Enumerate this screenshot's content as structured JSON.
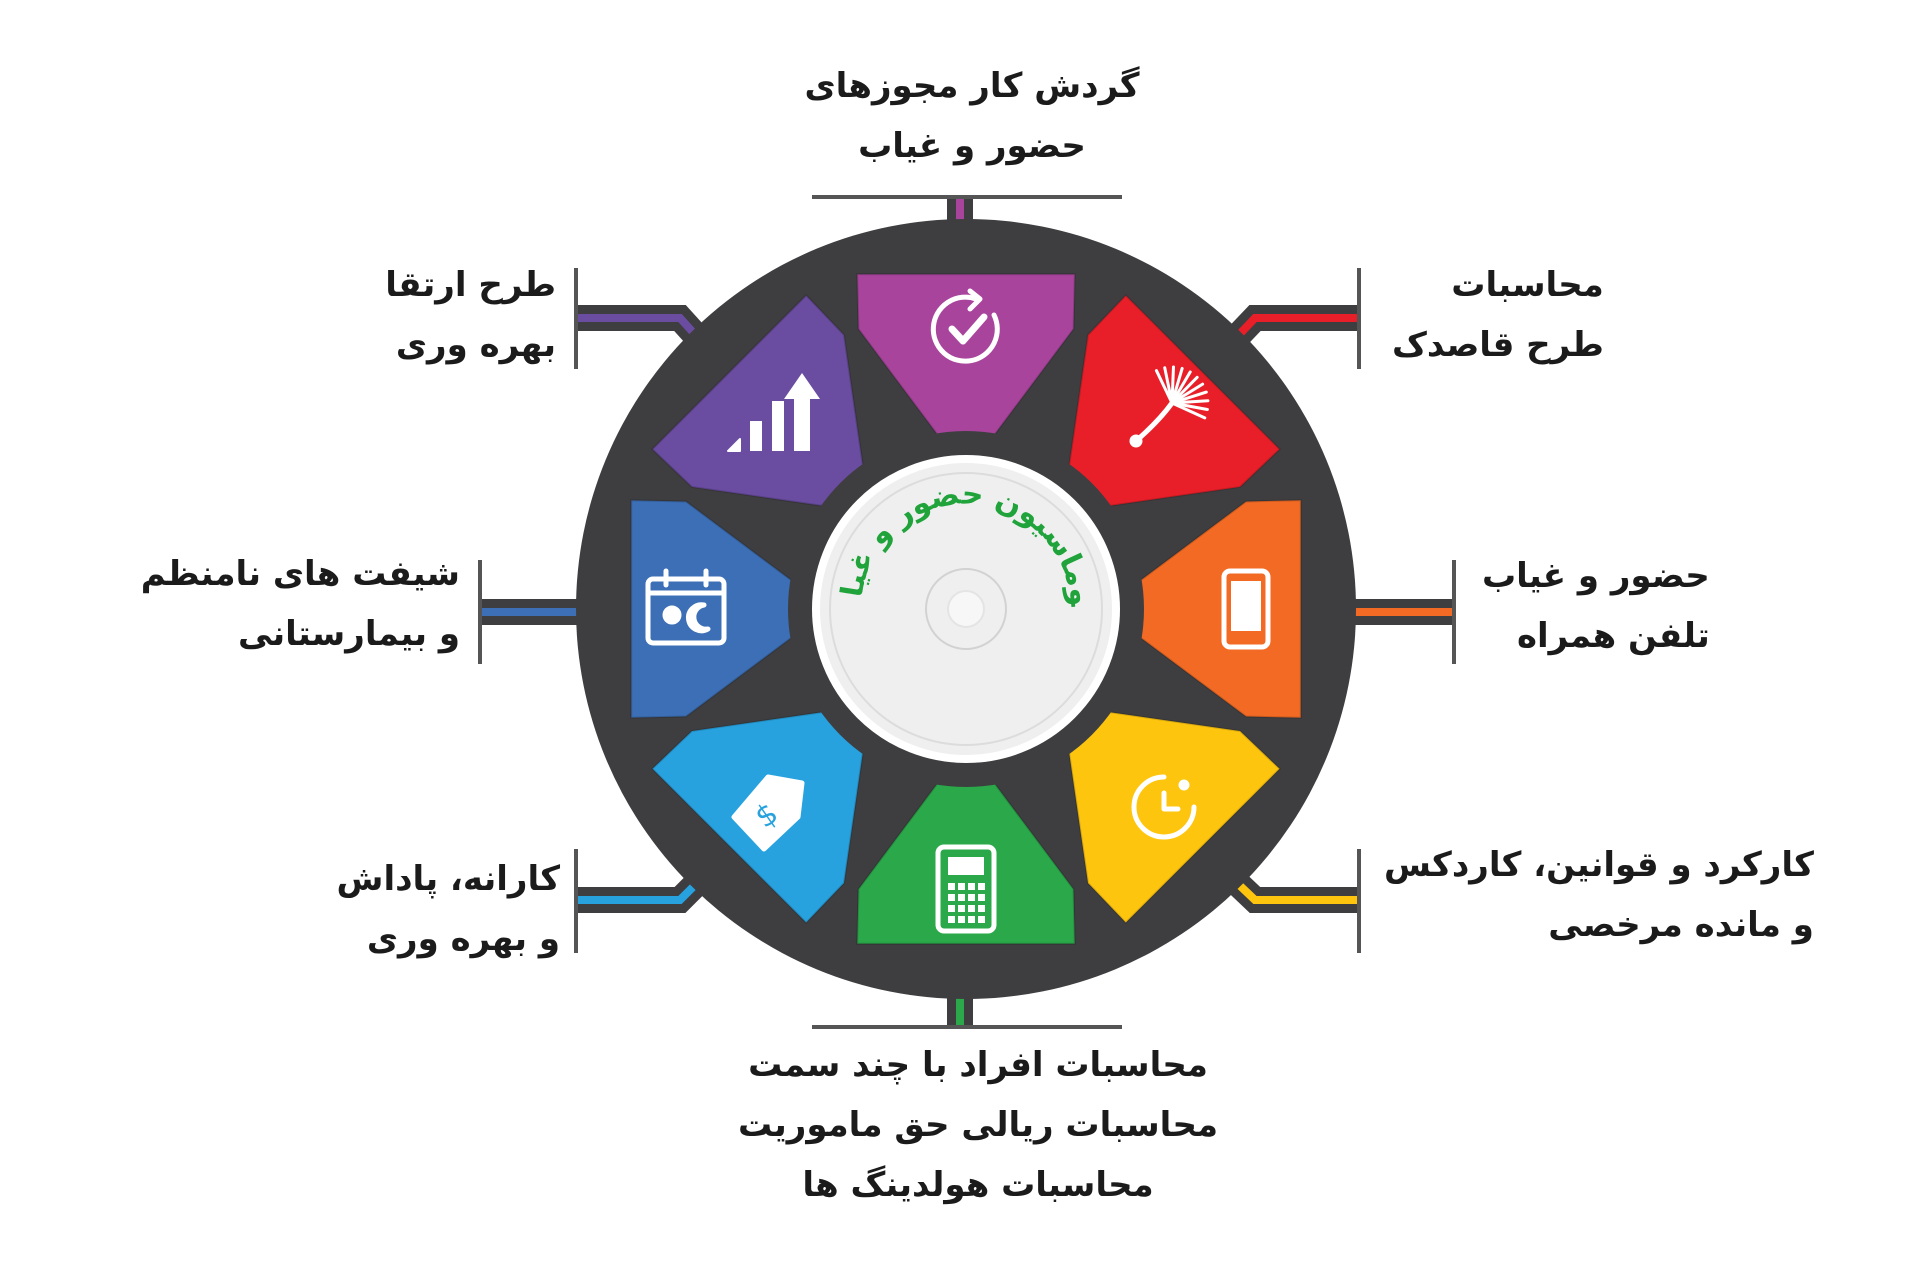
{
  "center_title": "اتوماسیون حضور و غیاب",
  "segments": [
    {
      "id": "workflow",
      "color": "#A9449D",
      "icon": "check-refresh-icon",
      "lines": [
        "گردش کار مجوزهای",
        "حضور و غیاب"
      ]
    },
    {
      "id": "dandelion",
      "color": "#E81F29",
      "icon": "dandelion-icon",
      "lines": [
        "محاسبات",
        "طرح قاصدک"
      ]
    },
    {
      "id": "mobile",
      "color": "#F26A23",
      "icon": "mobile-phone-icon",
      "lines": [
        "حضور و غیاب",
        "تلفن همراه"
      ]
    },
    {
      "id": "kardex",
      "color": "#FEC50E",
      "icon": "clock-icon",
      "lines": [
        "کارکرد و قوانین، کاردکس",
        "و مانده  مرخصی"
      ]
    },
    {
      "id": "calc",
      "color": "#2AA84A",
      "icon": "calculator-icon",
      "lines": [
        "محاسبات افراد با چند سمت",
        "محاسبات ریالی حق ماموریت",
        "محاسبات  هولدینگ ها"
      ]
    },
    {
      "id": "bonus",
      "color": "#27A2DF",
      "icon": "price-tag-icon",
      "lines": [
        "کارانه، پاداش",
        "و بهره وری"
      ]
    },
    {
      "id": "shifts",
      "color": "#3C6FB6",
      "icon": "calendar-day-night-icon",
      "lines": [
        "شیفت های نامنظم",
        "و بیمارستانی"
      ]
    },
    {
      "id": "productivity",
      "color": "#6A4CA0",
      "icon": "growth-chart-icon",
      "lines": [
        "طرح ارتقا",
        "بهره وری"
      ]
    }
  ],
  "colors": {
    "ring": "#3E3E40",
    "hub": "#EFEFEF",
    "center_text": "#1FA33A"
  }
}
